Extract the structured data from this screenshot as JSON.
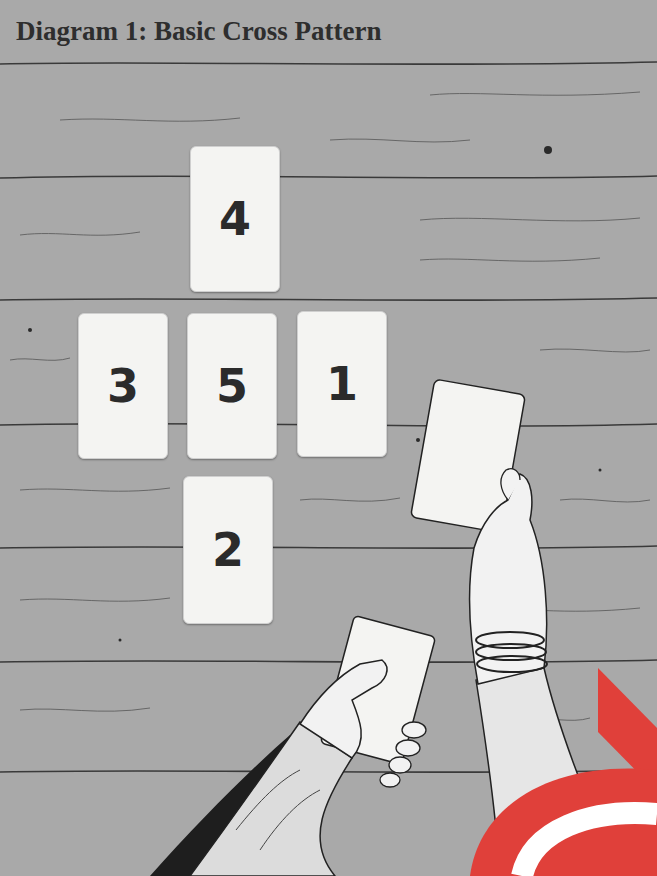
{
  "diagram": {
    "title": "Diagram 1: Basic Cross Pattern",
    "nodes": [
      {
        "text": [
          "4"
        ]
      },
      {
        "text": [
          "3"
        ]
      },
      {
        "text": [
          "5"
        ]
      },
      {
        "text": [
          "1"
        ]
      },
      {
        "text": [
          "2"
        ]
      }
    ]
  }
}
